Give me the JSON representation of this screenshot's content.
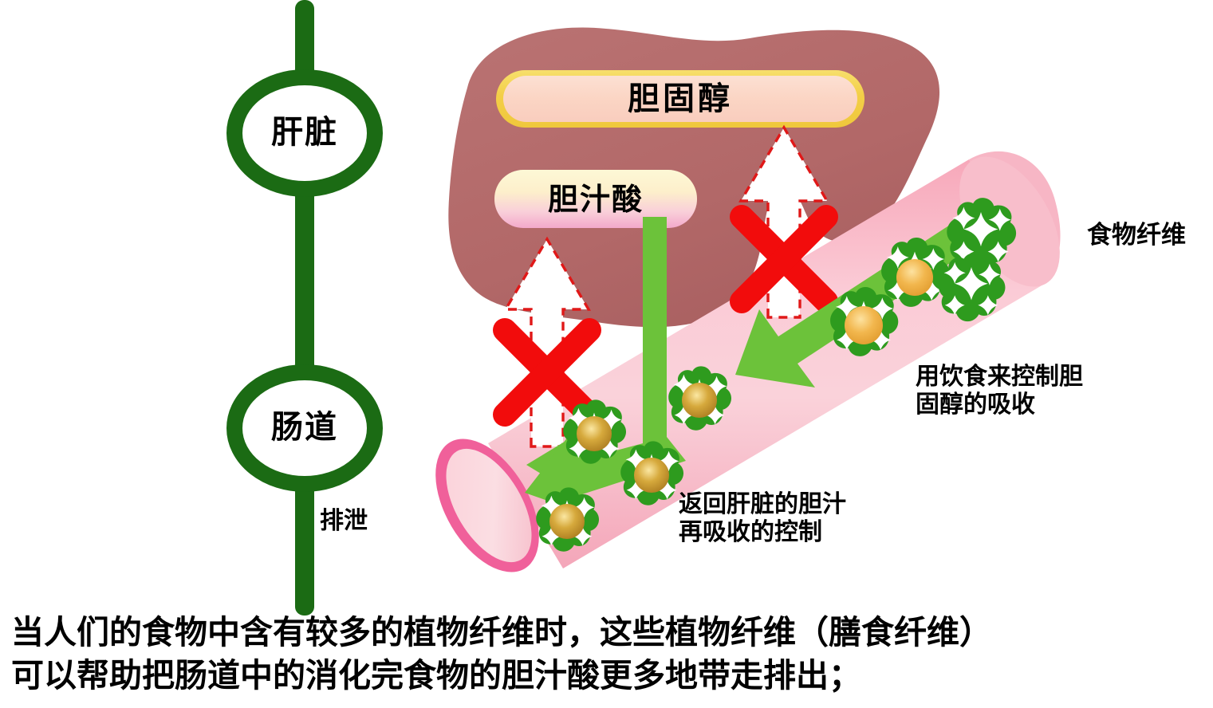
{
  "diagram": {
    "title_flow": {
      "liver_label": "肝脏",
      "intestine_label": "肠道",
      "excretion_label": "排泄"
    },
    "liver_region": {
      "cholesterol_pill": "胆固醇",
      "bile_acid_pill": "胆汁酸"
    },
    "annotations": {
      "fiber_label": "食物纤维",
      "diet_control_label": "用饮食来控制胆\n固醇的吸收",
      "reabsorption_label": "返回肝脏的胆汁\n再吸收的控制"
    },
    "caption": {
      "line1": "当人们的食物中含有较多的植物纤维时，这些植物纤维（膳食纤维）",
      "line2": "可以帮助把肠道中的消化完食物的胆汁酸更多地带走排出；"
    },
    "colors": {
      "flow_green": "#1B6B14",
      "liver_mauve": "#B56A6A",
      "intestine_pink": "#F9ADBB",
      "intestine_rim_pink": "#F0609A",
      "fiber_green": "#2E9B1E",
      "arrow_green": "#6CC23A",
      "blocked_red": "#F20C0C",
      "cholesterol_pill_border": "#F5D95A",
      "cholesterol_pill_fill": "#FBD8C8",
      "bile_pill_top": "#FDF5CF",
      "bile_pill_bottom": "#F6B9D2",
      "bile_bead_gold": "#C9962B"
    },
    "icons": {
      "blocked_marker": "red-x-icon",
      "blocked_arrow": "dashed-up-arrow-icon",
      "transport_arrow": "green-arrow-icon",
      "fiber_particle": "fiber-blob-icon",
      "bile_bead": "gold-bead-icon"
    }
  }
}
